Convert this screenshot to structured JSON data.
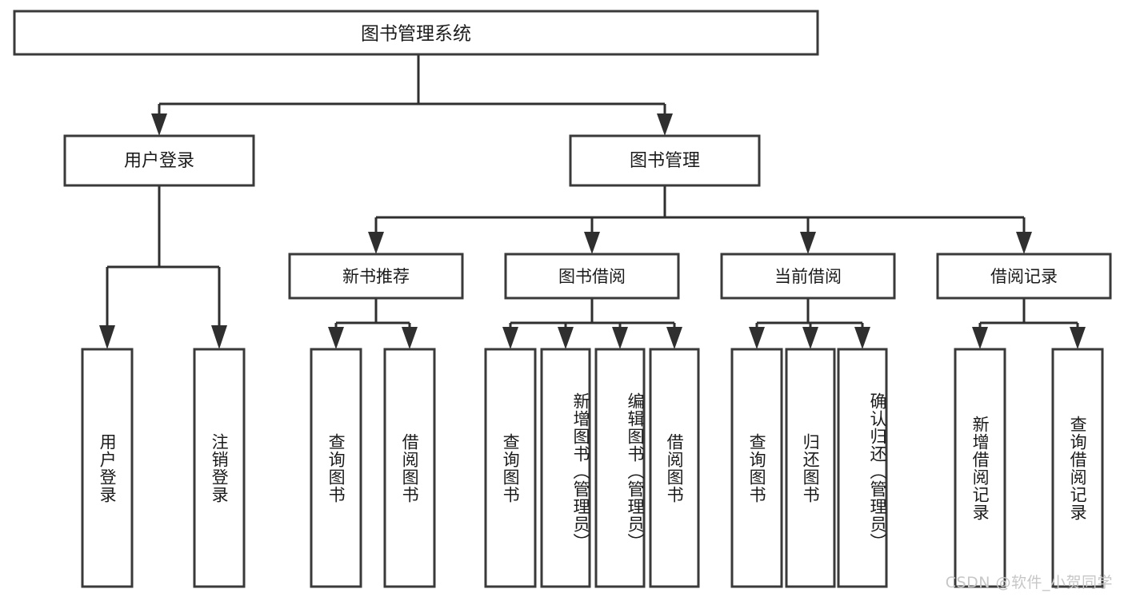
{
  "diagram": {
    "type": "tree",
    "title": "图书管理系统",
    "watermark": "CSDN @软件_小贺同学",
    "levels": {
      "root": "图书管理系统",
      "level2": [
        "用户登录",
        "图书管理"
      ],
      "level3": [
        "新书推荐",
        "图书借阅",
        "当前借阅",
        "借阅记录"
      ]
    },
    "nodes": {
      "root": {
        "label": "图书管理系统"
      },
      "user_login": {
        "label": "用户登录"
      },
      "book_manage": {
        "label": "图书管理"
      },
      "new_book_rec": {
        "label": "新书推荐"
      },
      "book_borrow": {
        "label": "图书借阅"
      },
      "current_borrow": {
        "label": "当前借阅"
      },
      "borrow_record": {
        "label": "借阅记录"
      }
    },
    "leaves": {
      "user_login": [
        {
          "label": "用户登录"
        },
        {
          "label": "注销登录"
        }
      ],
      "new_book_rec": [
        {
          "label": "查询图书"
        },
        {
          "label": "借阅图书"
        }
      ],
      "book_borrow": [
        {
          "label": "查询图书"
        },
        {
          "label": "新增图书（管理员）"
        },
        {
          "label": "编辑图书（管理员）"
        },
        {
          "label": "借阅图书"
        }
      ],
      "current_borrow": [
        {
          "label": "查询图书"
        },
        {
          "label": "归还图书"
        },
        {
          "label": "确认归还（管理员）"
        }
      ],
      "borrow_record": [
        {
          "label": "新增借阅记录"
        },
        {
          "label": "查询借阅记录"
        }
      ]
    },
    "colors": {
      "box_fill": "#ffffff",
      "box_stroke": "#3a3a3a",
      "edge": "#2f2f2f",
      "text": "#1b1b1b",
      "watermark": "#c7c7c7",
      "background": "#ffffff"
    }
  }
}
